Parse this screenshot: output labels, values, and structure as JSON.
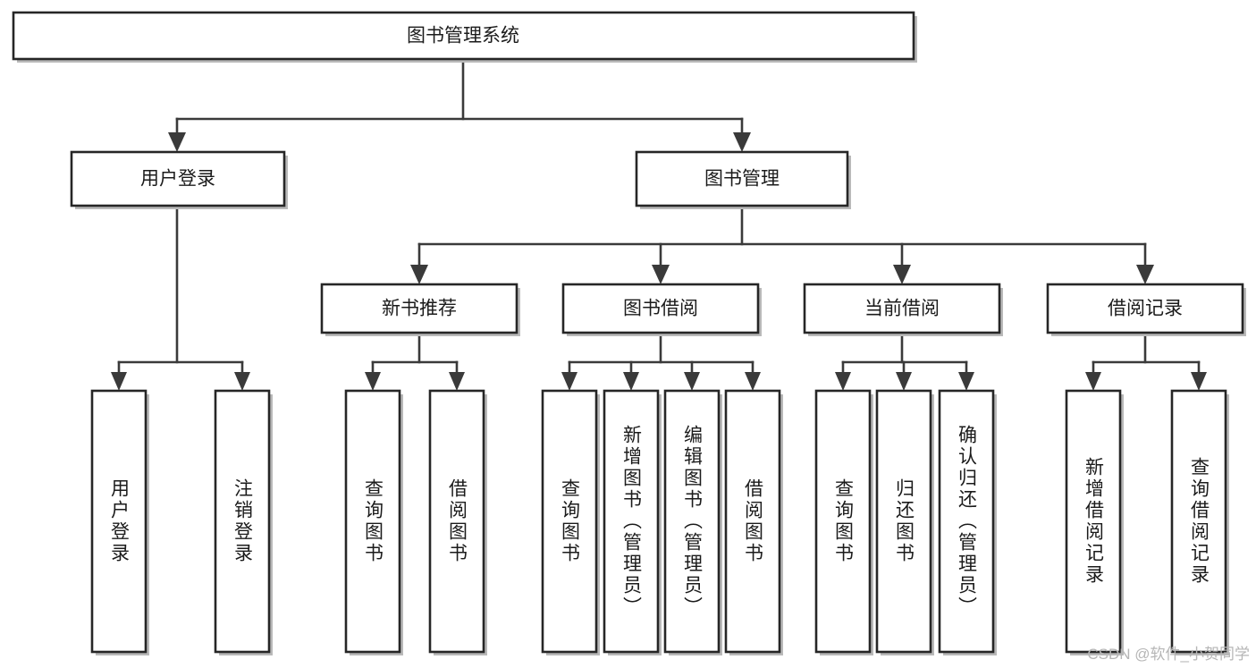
{
  "diagram": {
    "title": "图书管理系统",
    "type": "tree-hierarchy-diagram",
    "orientation": "top-down",
    "colors": {
      "box_stroke": "#262626",
      "box_fill": "#ffffff",
      "edge": "#3a3a3a",
      "shadow": "#b9b9b9",
      "text": "#1b1b1b",
      "watermark": "#b6b6b6"
    },
    "levels": {
      "level0": {
        "label": "root"
      },
      "level1": {
        "label": "modules"
      },
      "level2": {
        "label": "submodules"
      },
      "level3": {
        "label": "functions"
      }
    }
  },
  "nodes": {
    "root": {
      "id": "root",
      "label": "图书管理系统",
      "orientation": "horizontal"
    },
    "level1": [
      {
        "id": "user-login",
        "label": "用户登录",
        "orientation": "horizontal"
      },
      {
        "id": "book-management",
        "label": "图书管理",
        "orientation": "horizontal"
      }
    ],
    "level2": [
      {
        "id": "new-book-recommend",
        "label": "新书推荐",
        "orientation": "horizontal",
        "parent": "book-management"
      },
      {
        "id": "book-borrow",
        "label": "图书借阅",
        "orientation": "horizontal",
        "parent": "book-management"
      },
      {
        "id": "current-borrow",
        "label": "当前借阅",
        "orientation": "horizontal",
        "parent": "book-management"
      },
      {
        "id": "borrow-record",
        "label": "借阅记录",
        "orientation": "horizontal",
        "parent": "book-management"
      }
    ],
    "leaves": [
      {
        "id": "leaf-user-login",
        "label": "用户登录",
        "orientation": "vertical",
        "parent": "user-login"
      },
      {
        "id": "leaf-logout-login",
        "label": "注销登录",
        "orientation": "vertical",
        "parent": "user-login"
      },
      {
        "id": "leaf-query-book-recommend",
        "label": "查询图书",
        "orientation": "vertical",
        "parent": "new-book-recommend"
      },
      {
        "id": "leaf-borrow-book-recommend",
        "label": "借阅图书",
        "orientation": "vertical",
        "parent": "new-book-recommend"
      },
      {
        "id": "leaf-query-book-borrow",
        "label": "查询图书",
        "orientation": "vertical",
        "parent": "book-borrow"
      },
      {
        "id": "leaf-add-book",
        "label": "新增图书（管理员）",
        "orientation": "vertical",
        "parent": "book-borrow"
      },
      {
        "id": "leaf-edit-book",
        "label": "编辑图书（管理员）",
        "orientation": "vertical",
        "parent": "book-borrow"
      },
      {
        "id": "leaf-borrow-book",
        "label": "借阅图书",
        "orientation": "vertical",
        "parent": "book-borrow"
      },
      {
        "id": "leaf-query-book-current",
        "label": "查询图书",
        "orientation": "vertical",
        "parent": "current-borrow"
      },
      {
        "id": "leaf-return-book",
        "label": "归还图书",
        "orientation": "vertical",
        "parent": "current-borrow"
      },
      {
        "id": "leaf-confirm-return",
        "label": "确认归还（管理员）",
        "orientation": "vertical",
        "parent": "current-borrow"
      },
      {
        "id": "leaf-add-borrow-record",
        "label": "新增借阅记录",
        "orientation": "vertical",
        "parent": "borrow-record"
      },
      {
        "id": "leaf-query-borrow-record",
        "label": "查询借阅记录",
        "orientation": "vertical",
        "parent": "borrow-record"
      }
    ]
  },
  "watermark": {
    "text": "CSDN @软件_小贺同学"
  }
}
